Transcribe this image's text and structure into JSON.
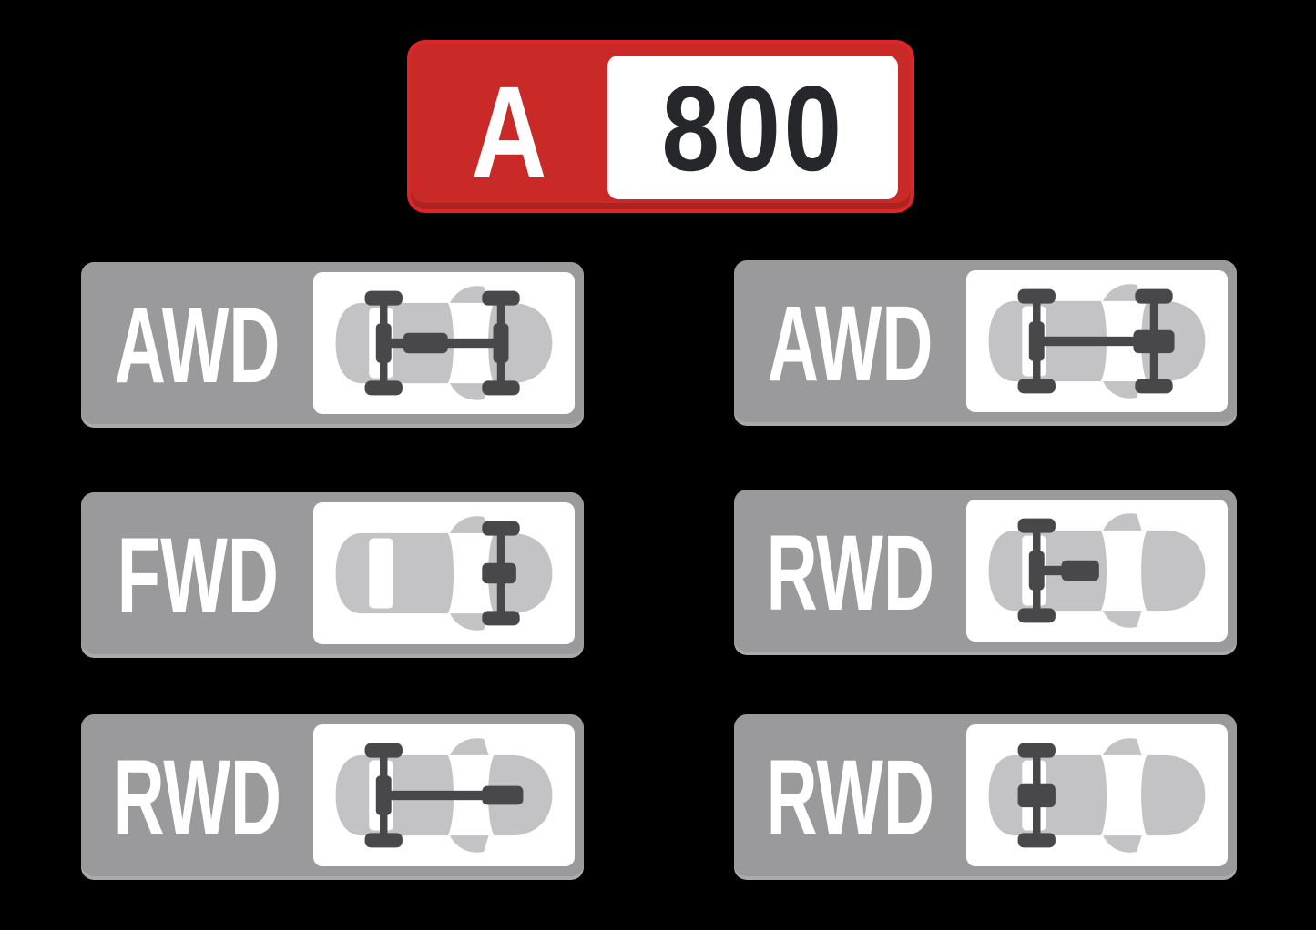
{
  "plate": {
    "letter": "A",
    "number": "800"
  },
  "badges": [
    {
      "label": "AWD",
      "icon": "awd-chassis-center-gearbox-driveshaft-icon"
    },
    {
      "label": "AWD",
      "icon": "awd-chassis-front-diff-driveshaft-icon"
    },
    {
      "label": "FWD",
      "icon": "fwd-chassis-front-axle-only-icon"
    },
    {
      "label": "RWD",
      "icon": "rwd-chassis-rear-axle-short-shaft-motor-icon"
    },
    {
      "label": "RWD",
      "icon": "rwd-chassis-front-engine-long-driveshaft-icon"
    },
    {
      "label": "RWD",
      "icon": "rwd-chassis-rear-axle-motor-only-icon"
    }
  ],
  "colors": {
    "bg": "#000000",
    "badge_gray": "#9a999b",
    "badge_edge": "#aaa9ab",
    "car_gray": "#c3c2c4",
    "dark_gray": "#48474a",
    "red": "#c92a28",
    "red_border": "#de2629",
    "digit_dark": "#25272b",
    "white": "#ffffff"
  }
}
